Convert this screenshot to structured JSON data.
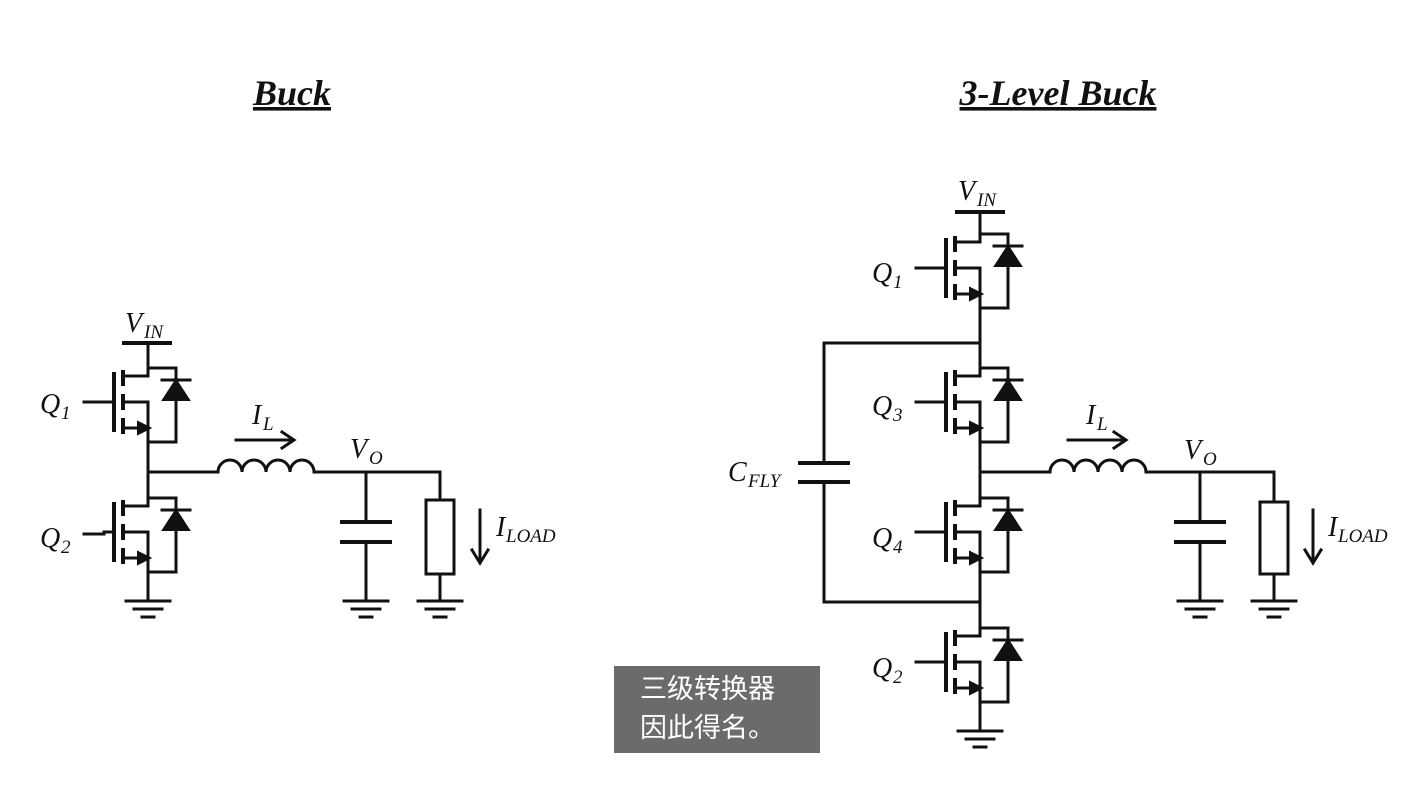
{
  "diagrams": {
    "buck": {
      "title": "Buck",
      "labels": {
        "vin_main": "V",
        "vin_sub": "IN",
        "q1_main": "Q",
        "q1_sub": "1",
        "q2_main": "Q",
        "q2_sub": "2",
        "il_main": "I",
        "il_sub": "L",
        "vo_main": "V",
        "vo_sub": "O",
        "iload_main": "I",
        "iload_sub": "LOAD"
      }
    },
    "three_level": {
      "title": "3-Level Buck",
      "labels": {
        "vin_main": "V",
        "vin_sub": "IN",
        "q1_main": "Q",
        "q1_sub": "1",
        "q3_main": "Q",
        "q3_sub": "3",
        "q4_main": "Q",
        "q4_sub": "4",
        "q2_main": "Q",
        "q2_sub": "2",
        "cfly_main": "C",
        "cfly_sub": "FLY",
        "il_main": "I",
        "il_sub": "L",
        "vo_main": "V",
        "vo_sub": "O",
        "iload_main": "I",
        "iload_sub": "LOAD"
      }
    }
  },
  "caption": {
    "line1": "三级转换器",
    "line2": "因此得名。"
  },
  "colors": {
    "background": "#ffffff",
    "ink": "#111111",
    "caption_bg": "#6b6b6b",
    "caption_text": "#ffffff"
  }
}
